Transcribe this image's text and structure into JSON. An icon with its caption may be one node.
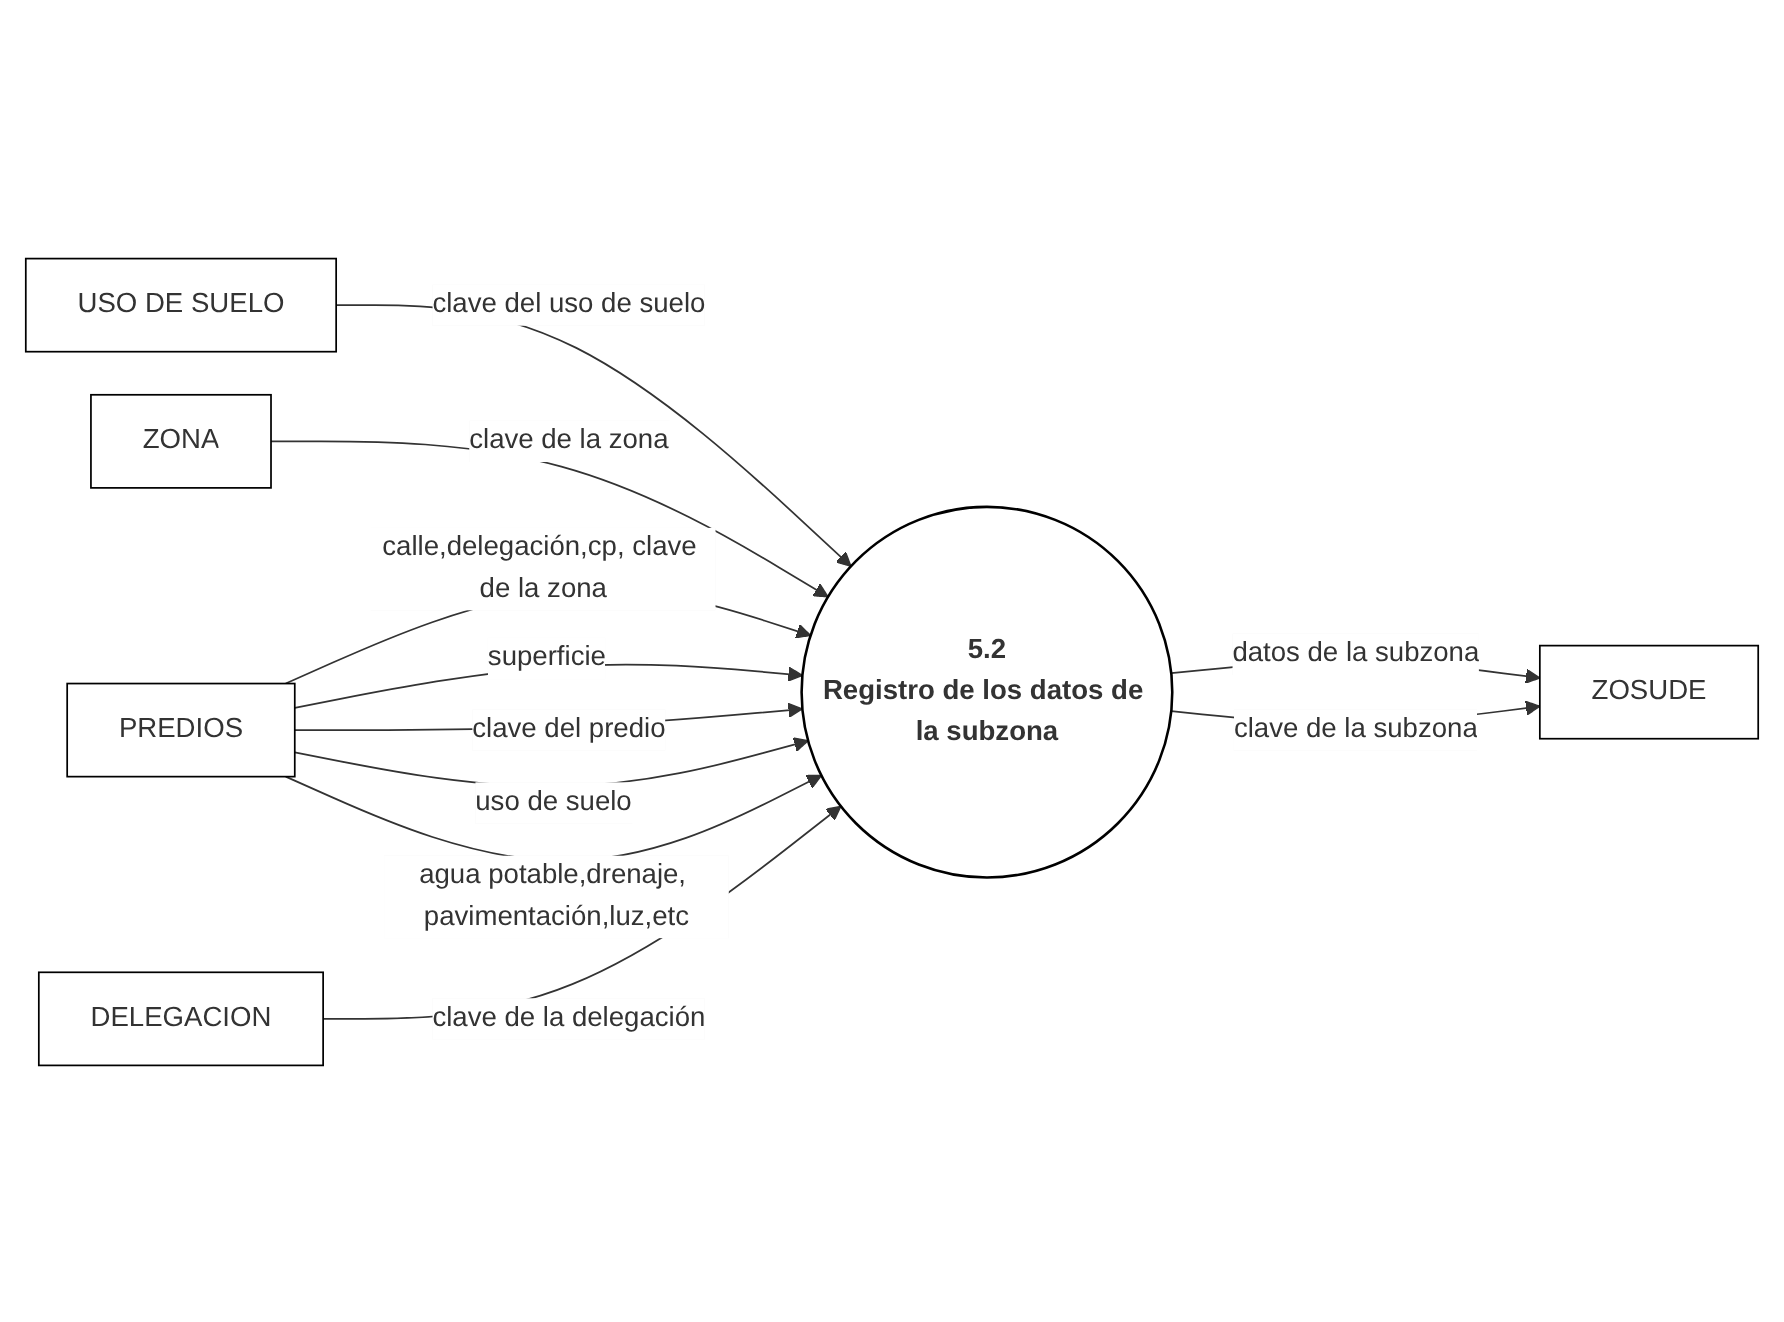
{
  "diagram": {
    "nodes": [
      {
        "text": [
          "USO DE SUELO"
        ]
      },
      {
        "text": [
          "ZONA"
        ]
      },
      {
        "text": [
          "PREDIOS"
        ]
      },
      {
        "text": [
          "5.2",
          "Registro de los datos de la subzona"
        ]
      },
      {
        "text": [
          "ZOSUDE"
        ]
      },
      {
        "text": [
          "DELEGACION"
        ]
      }
    ],
    "edges": [
      {
        "from": 0,
        "to": 3,
        "arrow": "to",
        "label": "clave del uso de suelo"
      },
      {
        "from": 1,
        "to": 3,
        "arrow": "to",
        "label": "clave de la zona"
      },
      {
        "from": 2,
        "to": 3,
        "arrow": "to",
        "label": "calle,delegación,cp, clave de la zona"
      },
      {
        "from": 2,
        "to": 3,
        "arrow": "to",
        "label": "superficie"
      },
      {
        "from": 2,
        "to": 3,
        "arrow": "to",
        "label": "clave del predio"
      },
      {
        "from": 2,
        "to": 3,
        "arrow": "to",
        "label": "uso de suelo"
      },
      {
        "from": 2,
        "to": 3,
        "arrow": "to",
        "label": "agua potable,drenaje, pavimentación,luz,etc"
      },
      {
        "from": 3,
        "to": 4,
        "arrow": "to",
        "label": "datos de la subzona"
      },
      {
        "from": 3,
        "to": 4,
        "arrow": "to",
        "label": "clave de la subzona"
      },
      {
        "from": 5,
        "to": 3,
        "arrow": "to",
        "label": "clave de la delegación"
      }
    ]
  }
}
